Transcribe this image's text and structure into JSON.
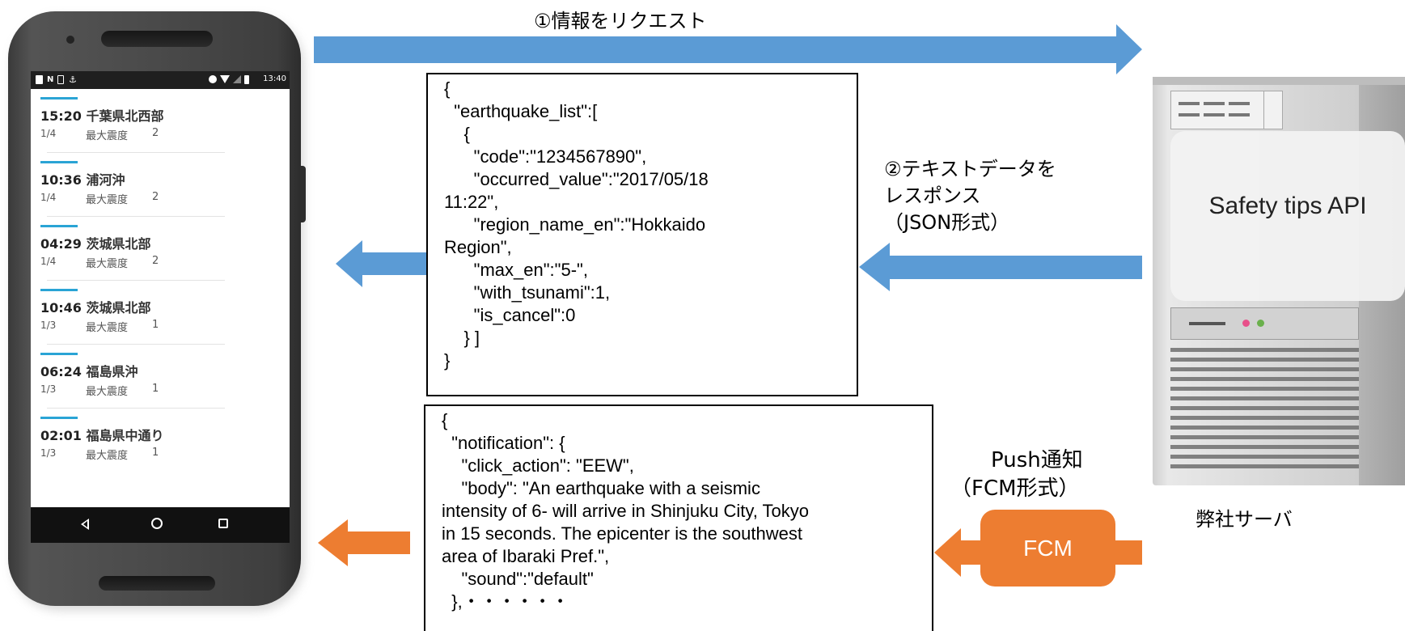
{
  "colors": {
    "request_arrow": "#5b9bd5",
    "response_arrow": "#5b9bd5",
    "push_arrow": "#ed7d31",
    "fcm_box": "#ed7d31",
    "list_accent": "#2aa4d5"
  },
  "phone": {
    "status_time": "13:40",
    "items": [
      {
        "time": "15:20",
        "region": "千葉県北西部",
        "fraction": "1/4",
        "max_label": "最大震度",
        "max_value": "2"
      },
      {
        "time": "10:36",
        "region": "浦河沖",
        "fraction": "1/4",
        "max_label": "最大震度",
        "max_value": "2"
      },
      {
        "time": "04:29",
        "region": "茨城県北部",
        "fraction": "1/4",
        "max_label": "最大震度",
        "max_value": "2"
      },
      {
        "time": "10:46",
        "region": "茨城県北部",
        "fraction": "1/3",
        "max_label": "最大震度",
        "max_value": "1"
      },
      {
        "time": "06:24",
        "region": "福島県沖",
        "fraction": "1/3",
        "max_label": "最大震度",
        "max_value": "1"
      },
      {
        "time": "02:01",
        "region": "福島県中通り",
        "fraction": "1/3",
        "max_label": "最大震度",
        "max_value": "1"
      }
    ]
  },
  "labels": {
    "request": "①情報をリクエスト",
    "response_line1": "②テキストデータを",
    "response_line2": "レスポンス",
    "response_line3": "（JSON形式）",
    "push_line1": "Push通知",
    "push_line2": "（FCM形式）",
    "server": "弊社サーバ",
    "api": "Safety tips API",
    "fcm": "FCM"
  },
  "json_response": "{\n  \"earthquake_list\":[\n    {\n      \"code\":\"1234567890\",\n      \"occurred_value\":\"2017/05/18\n11:22\",\n      \"region_name_en\":\"Hokkaido\nRegion\",\n      \"max_en\":\"5-\",\n      \"with_tsunami\":1,\n      \"is_cancel\":0\n    } ]\n}",
  "json_notification": "{\n  \"notification\": {\n    \"click_action\": \"EEW\",\n    \"body\": \"An earthquake with a seismic\nintensity of 6- will arrive in Shinjuku City, Tokyo\nin 15 seconds. The epicenter is the southwest\narea of Ibaraki Pref.\",\n    \"sound\":\"default\"\n  },・・・・・・"
}
